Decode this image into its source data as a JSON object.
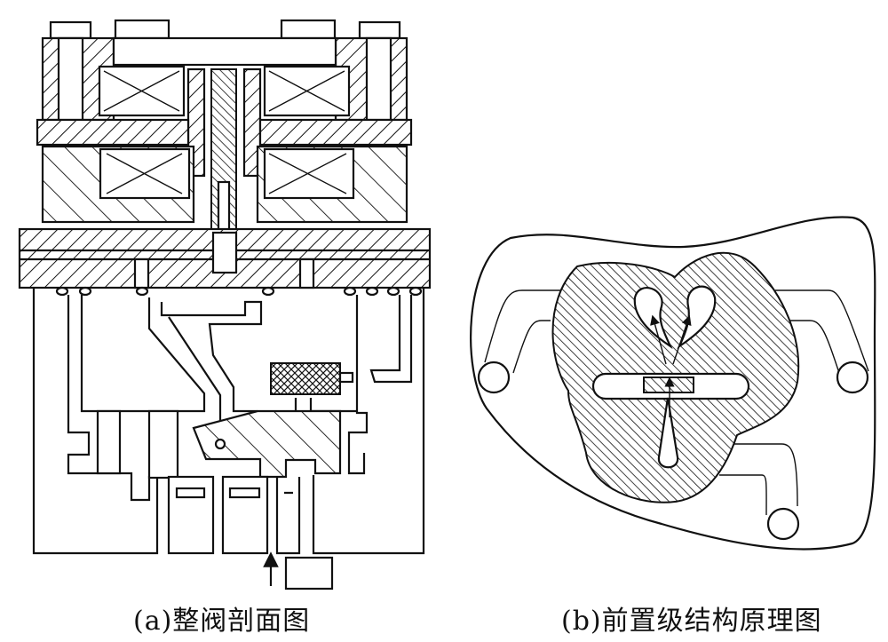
{
  "figure": {
    "panel_a": {
      "label": "(a)整阀剖面图",
      "description": "Full valve cross-section",
      "components": [
        "torque-motor-coils-upper",
        "torque-motor-coils-lower",
        "armature-jet-pipe",
        "manifold-plate",
        "receiver-block",
        "spool-valve",
        "feedback-wire",
        "filter",
        "pressure-inlet-arrow"
      ]
    },
    "panel_b": {
      "label": "(b)前置级结构原理图",
      "description": "Pilot stage structure principle",
      "components": [
        "outer-body-outline",
        "hatched-receiver-body",
        "receiver-holes",
        "jet-flow-arrows",
        "deflector-slot",
        "deflector-plate",
        "port-circles"
      ]
    }
  },
  "colors": {
    "line": "#111111",
    "background": "#ffffff"
  }
}
